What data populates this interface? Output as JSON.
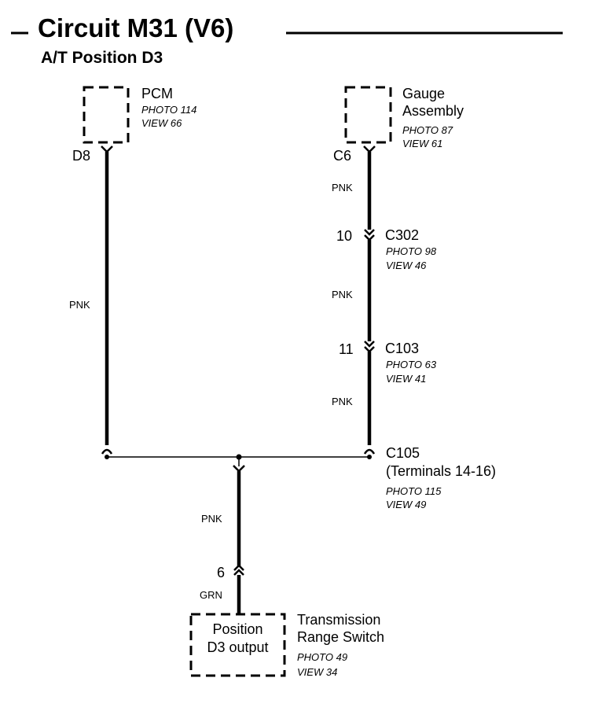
{
  "header": {
    "title": "Circuit M31 (V6)",
    "subtitle": "A/T Position D3"
  },
  "components": {
    "pcm": {
      "name": "PCM",
      "photo": "PHOTO 114",
      "view": "VIEW 66",
      "terminal": "D8"
    },
    "gauge": {
      "name_line1": "Gauge",
      "name_line2": "Assembly",
      "photo": "PHOTO 87",
      "view": "VIEW 61",
      "terminal": "C6"
    },
    "c302": {
      "name": "C302",
      "photo": "PHOTO 98",
      "view": "VIEW 46",
      "terminal": "10"
    },
    "c103": {
      "name": "C103",
      "photo": "PHOTO 63",
      "view": "VIEW 41",
      "terminal": "11"
    },
    "c105": {
      "name": "C105",
      "detail": "(Terminals 14-16)",
      "photo": "PHOTO 115",
      "view": "VIEW 49"
    },
    "trs": {
      "name_line1": "Transmission",
      "name_line2": "Range Switch",
      "photo": "PHOTO 49",
      "view": "VIEW 34",
      "terminal": "6",
      "box_line1": "Position",
      "box_line2": "D3 output"
    }
  },
  "wires": {
    "pcm_wire": "PNK",
    "gauge_to_c302": "PNK",
    "c302_to_c103": "PNK",
    "c103_to_c105": "PNK",
    "c105_to_trs": "PNK",
    "trs_pigtail": "GRN"
  }
}
